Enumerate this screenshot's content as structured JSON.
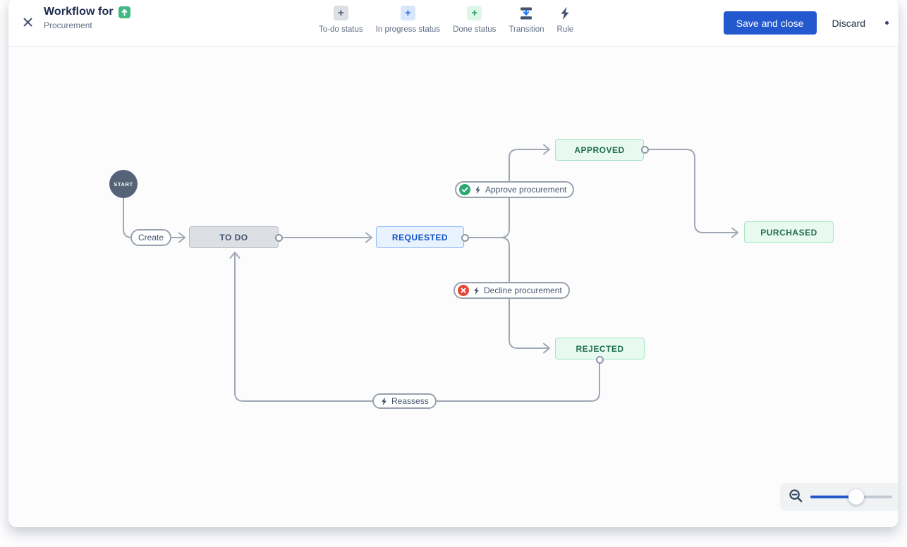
{
  "header": {
    "title": "Workflow for",
    "subtitle": "Procurement",
    "toolbar": {
      "todo": "To-do status",
      "inprogress": "In progress status",
      "done": "Done status",
      "transition": "Transition",
      "rule": "Rule"
    },
    "save_button": "Save and close",
    "discard_button": "Discard"
  },
  "diagram": {
    "start_label": "START",
    "statuses": {
      "todo": "TO DO",
      "requested": "REQUESTED",
      "approved": "APPROVED",
      "purchased": "PURCHASED",
      "rejected": "REJECTED"
    },
    "transitions": {
      "create": "Create",
      "approve": "Approve procurement",
      "decline": "Decline procurement",
      "reassess": "Reassess"
    }
  },
  "colors": {
    "primary_button": "#2458CE",
    "todo_status_bg": "#DCDFE4",
    "inprogress_status_bg": "#E9F2FF",
    "done_status_bg": "#E8F9F0",
    "edge": "#A0A7B4",
    "approve_badge": "#2BA972",
    "decline_badge": "#E34935",
    "start_node": "#556278"
  }
}
